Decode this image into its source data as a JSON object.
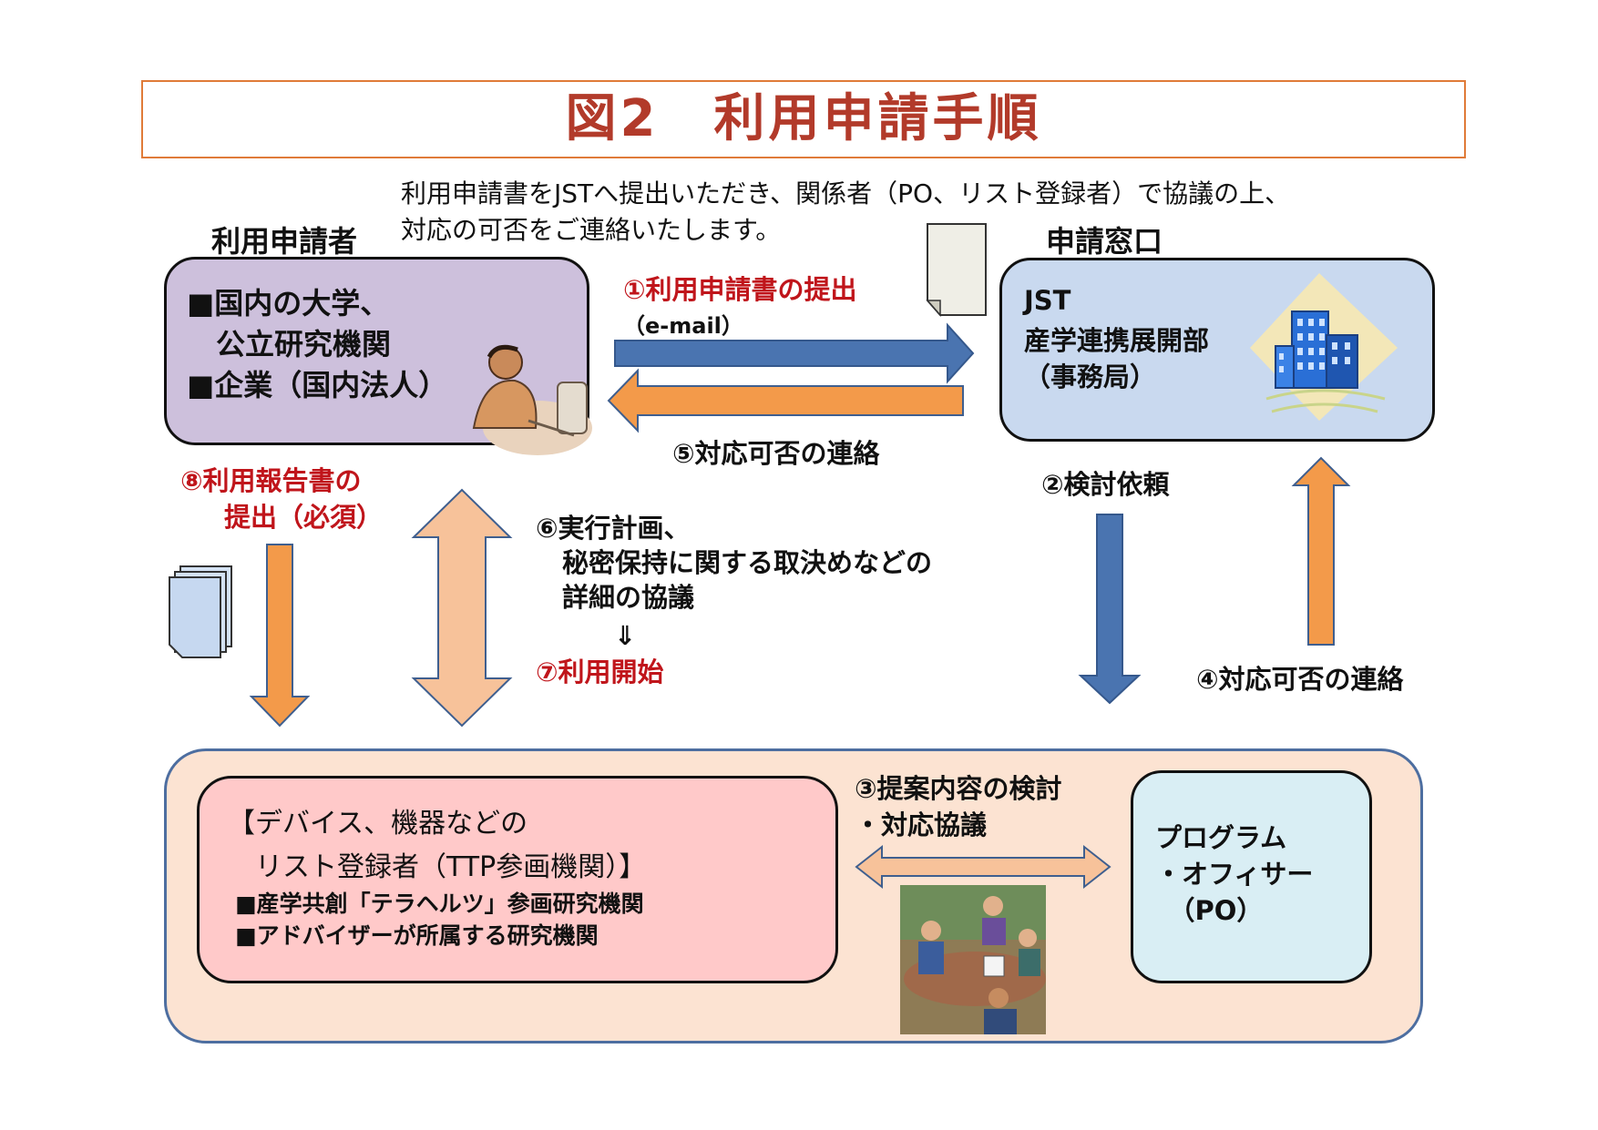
{
  "title": "図2　利用申請手順",
  "note_lines": [
    "利用申請書をJSTへ提出いただき、関係者（PO、リスト登録者）で協議の上、",
    "対応の可否をご連絡いたします。"
  ],
  "applicant": {
    "heading": "利用申請者",
    "lines": [
      "■国内の大学、",
      "　公立研究機関",
      "■企業（国内法人）"
    ]
  },
  "window": {
    "heading": "申請窓口",
    "lines": [
      "JST",
      "産学連携展開部",
      "（事務局）"
    ]
  },
  "steps": {
    "s1": "①利用申請書の提出",
    "s1_sub": "（e-mail）",
    "s5": "⑤対応可否の連絡",
    "s2": "②検討依頼",
    "s4": "④対応可否の連絡",
    "s3_lines": [
      "③提案内容の検討",
      "・対応協議"
    ],
    "s6_lines": [
      "⑥実行計画、",
      "　秘密保持に関する取決めなどの",
      "　詳細の協議"
    ],
    "arrow_symbol": "⇓",
    "s7": "⑦利用開始",
    "s8_lines": [
      "⑧利用報告書の",
      "提出（必須）"
    ]
  },
  "list_box": {
    "heading_lines": [
      "【デバイス、機器などの",
      "　リスト登録者（TTP参画機関）】"
    ],
    "items": [
      "■産学共創「テラヘルツ」参画研究機関",
      "■アドバイザーが所属する研究機関"
    ]
  },
  "po_box": {
    "lines": [
      "プログラム",
      "・オフィサー",
      "　（PO）"
    ]
  },
  "colors": {
    "title_border": "#e07b39",
    "title_text": "#b23a2a",
    "red_text": "#c0151b",
    "blue_arrow": "#4a74b0",
    "orange_arrow": "#f39a4a",
    "light_orange_arrow": "#f7c29a",
    "applicant_fill": "#cdc0dc",
    "jst_fill": "#c9d9ef",
    "outer_fill": "#fce3d2",
    "list_fill": "#ffc9c9",
    "po_fill": "#d9eef4"
  },
  "icons": [
    "document-icon",
    "document-stack-icon",
    "office-worker-clipart",
    "building-clipart",
    "meeting-clipart"
  ]
}
